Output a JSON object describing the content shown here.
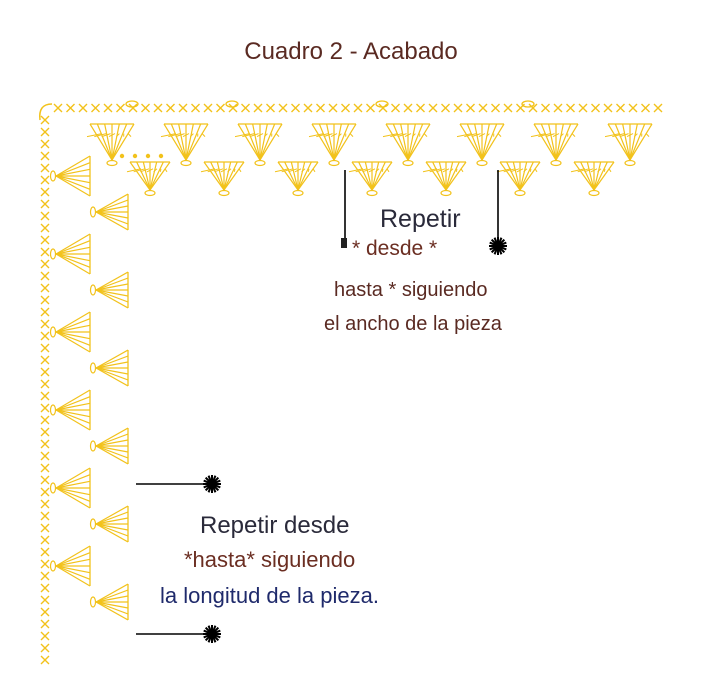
{
  "title": "Cuadro 2 - Acabado",
  "note_top": {
    "line1": "Repetir",
    "line2": "* desde *",
    "line3": "hasta * siguiendo",
    "line4": "el ancho de la pieza"
  },
  "note_bottom": {
    "line1": "Repetir desde",
    "line2": "*hasta* siguiendo",
    "line3": "la longitud de la pieza."
  },
  "colors": {
    "stitch": "#f2c21b",
    "brown": "#6b2e22",
    "navy": "#1f2a6b",
    "dark": "#2a2a3a"
  }
}
